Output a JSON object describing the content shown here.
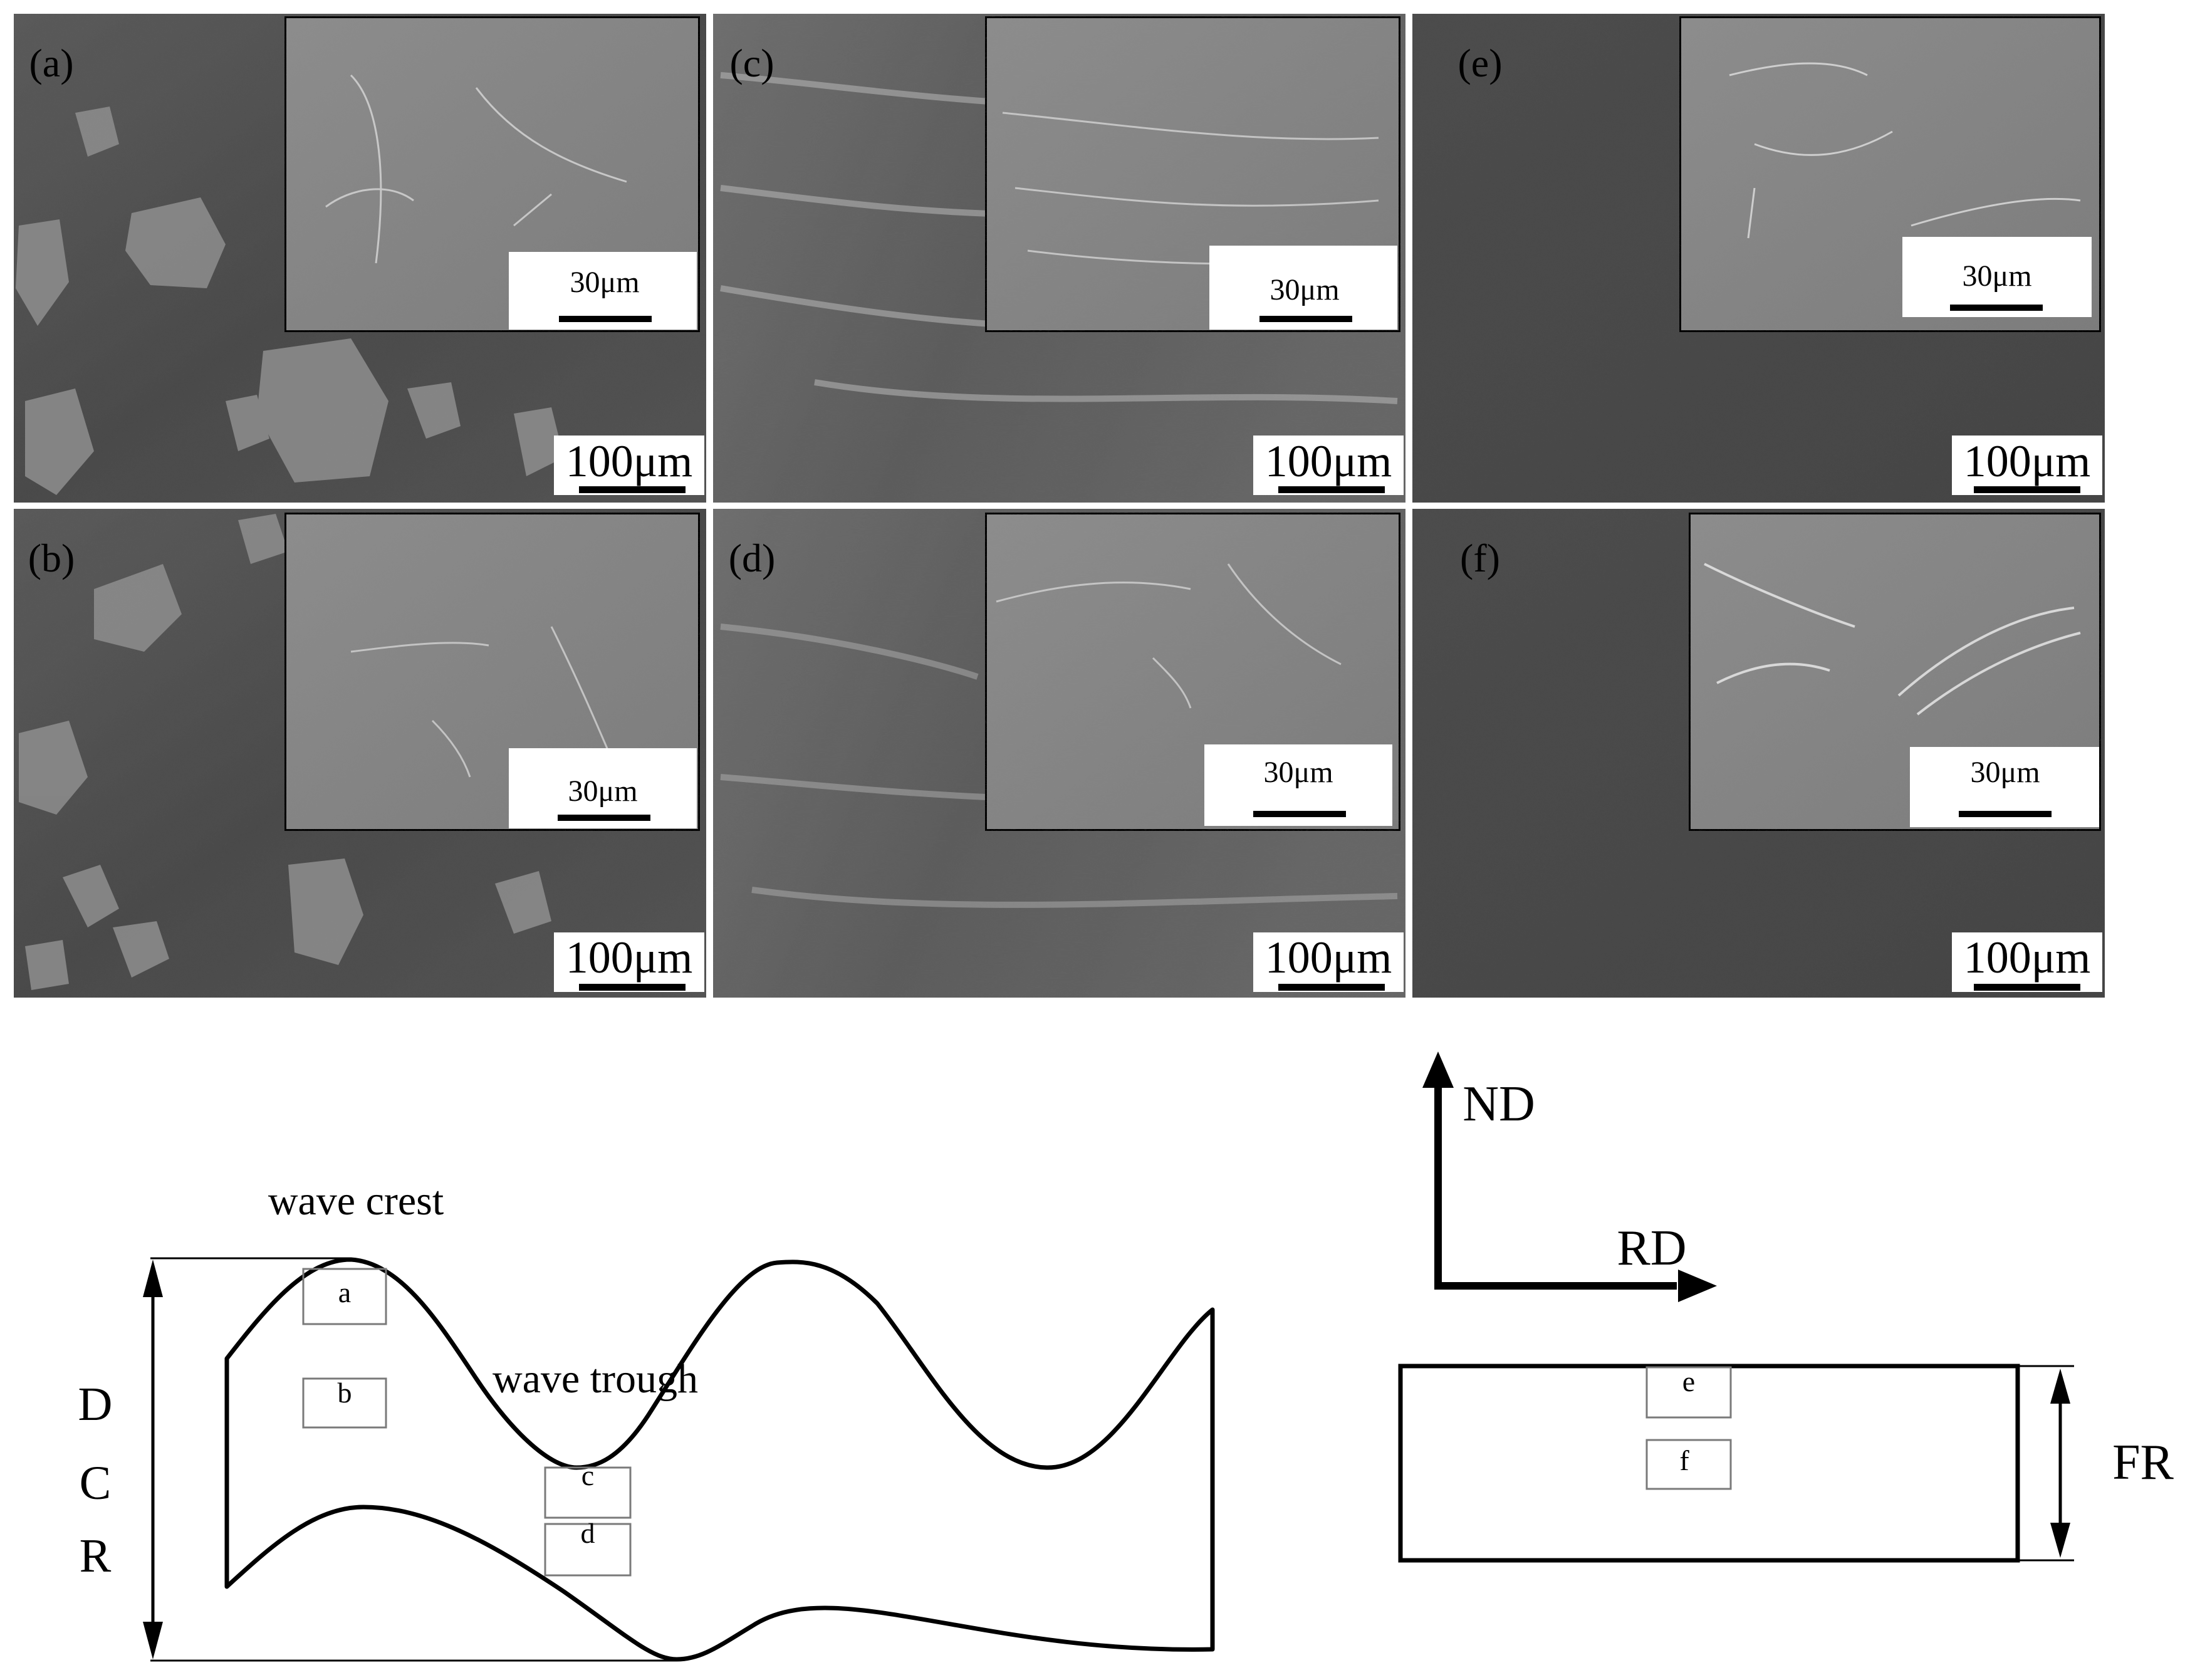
{
  "panels": [
    {
      "id": "a",
      "label": "(a)",
      "inset_scale": "30μm",
      "main_scale": "100μm"
    },
    {
      "id": "c",
      "label": "(c)",
      "inset_scale": "30μm",
      "main_scale": "100μm"
    },
    {
      "id": "e",
      "label": "(e)",
      "inset_scale": "30μm",
      "main_scale": "100μm"
    },
    {
      "id": "b",
      "label": "(b)",
      "inset_scale": "30μm",
      "main_scale": "100μm"
    },
    {
      "id": "d",
      "label": "(d)",
      "inset_scale": "30μm",
      "main_scale": "100μm"
    },
    {
      "id": "f",
      "label": "(f)",
      "inset_scale": "30μm",
      "main_scale": "100μm"
    }
  ],
  "schematic_left": {
    "crest_label": "wave crest",
    "trough_label": "wave trough",
    "side_label": [
      "D",
      "C",
      "R"
    ],
    "boxes": [
      "a",
      "b",
      "c",
      "d"
    ]
  },
  "axes": {
    "vertical": "ND",
    "horizontal": "RD"
  },
  "schematic_right": {
    "side_label": "FR",
    "boxes": [
      "e",
      "f"
    ]
  },
  "colors": {
    "background": "#ffffff",
    "ink": "#000000"
  }
}
